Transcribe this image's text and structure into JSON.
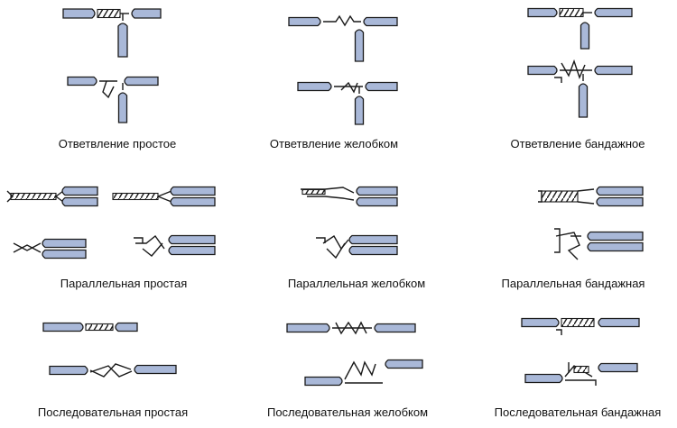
{
  "colors": {
    "insulation": "#a9b8d8",
    "outline": "#1a1a1a",
    "background": "#ffffff"
  },
  "captions": {
    "branch_simple": "Ответвление простое",
    "branch_groove": "Ответвление желобком",
    "branch_bandage": "Ответвление бандажное",
    "parallel_simple": "Параллельная простая",
    "parallel_groove": "Параллельная желобком",
    "parallel_bandage": "Параллельная бандажная",
    "serial_simple": "Последовательная простая",
    "serial_groove": "Последовательная желобком",
    "serial_bandage": "Последовательная бандажная"
  }
}
